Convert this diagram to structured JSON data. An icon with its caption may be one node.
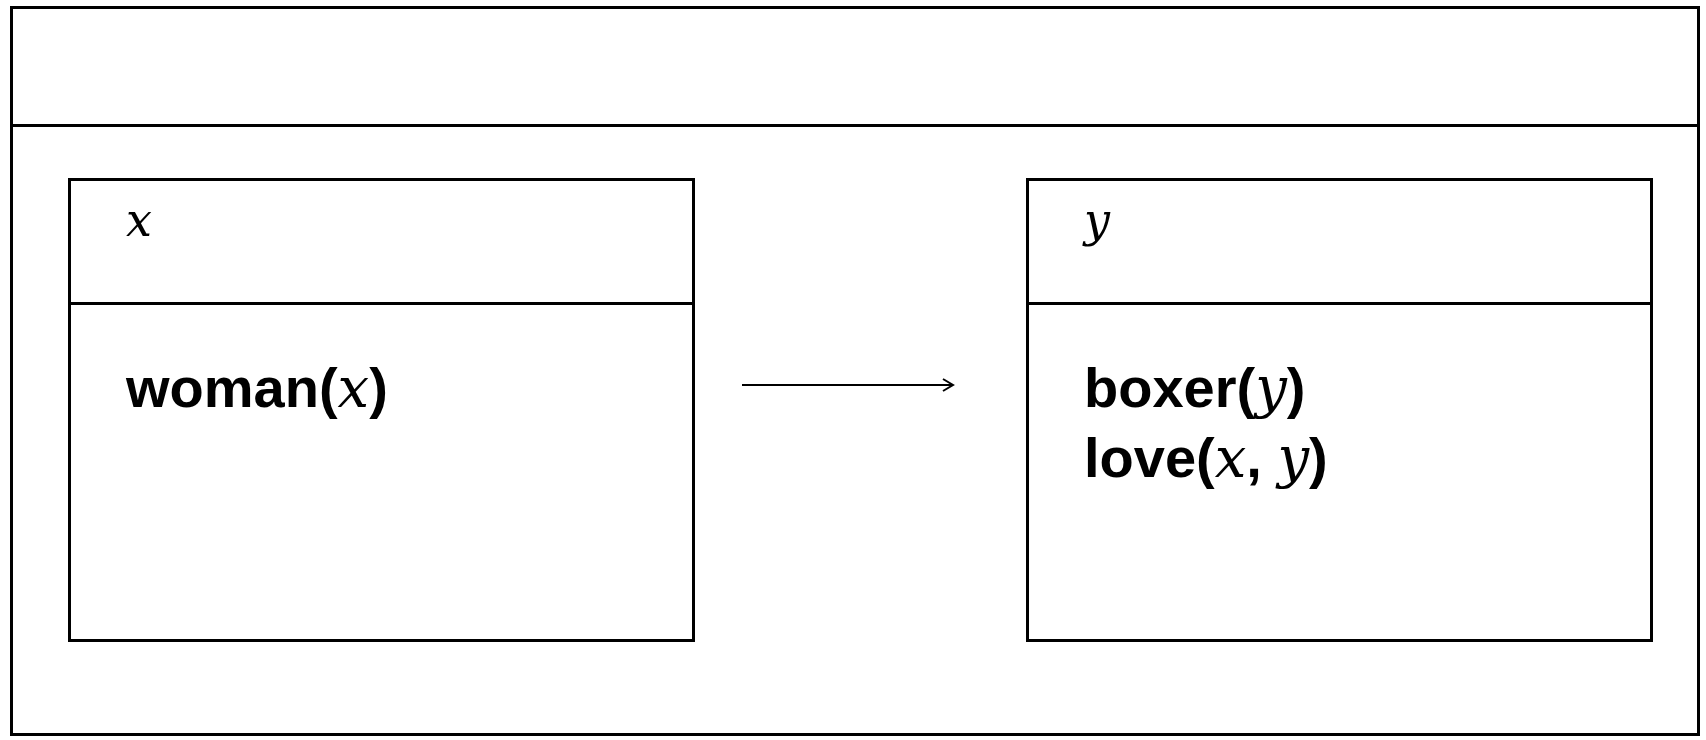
{
  "diagram": {
    "nodes": [
      {
        "text": [],
        "shape": "box"
      },
      {
        "text": [
          "x",
          "woman(*x*)"
        ],
        "in": 0
      },
      {
        "text": [
          "y",
          "boxer(*y*)",
          "love(*x*, *y*)"
        ],
        "in": 0
      }
    ],
    "edges": [
      {
        "from": 1,
        "to": 2,
        "arrow": "to"
      }
    ]
  }
}
